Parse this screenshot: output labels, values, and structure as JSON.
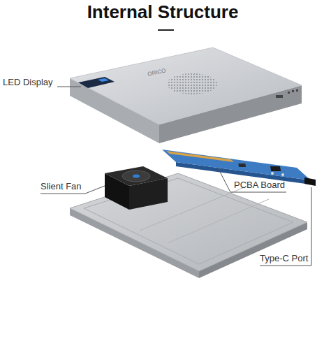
{
  "diagram": {
    "title": "Internal Structure",
    "labels": [
      "LED Display",
      "ORICO",
      "Slient Fan",
      "PCBA Board",
      "Type-C Port"
    ]
  }
}
